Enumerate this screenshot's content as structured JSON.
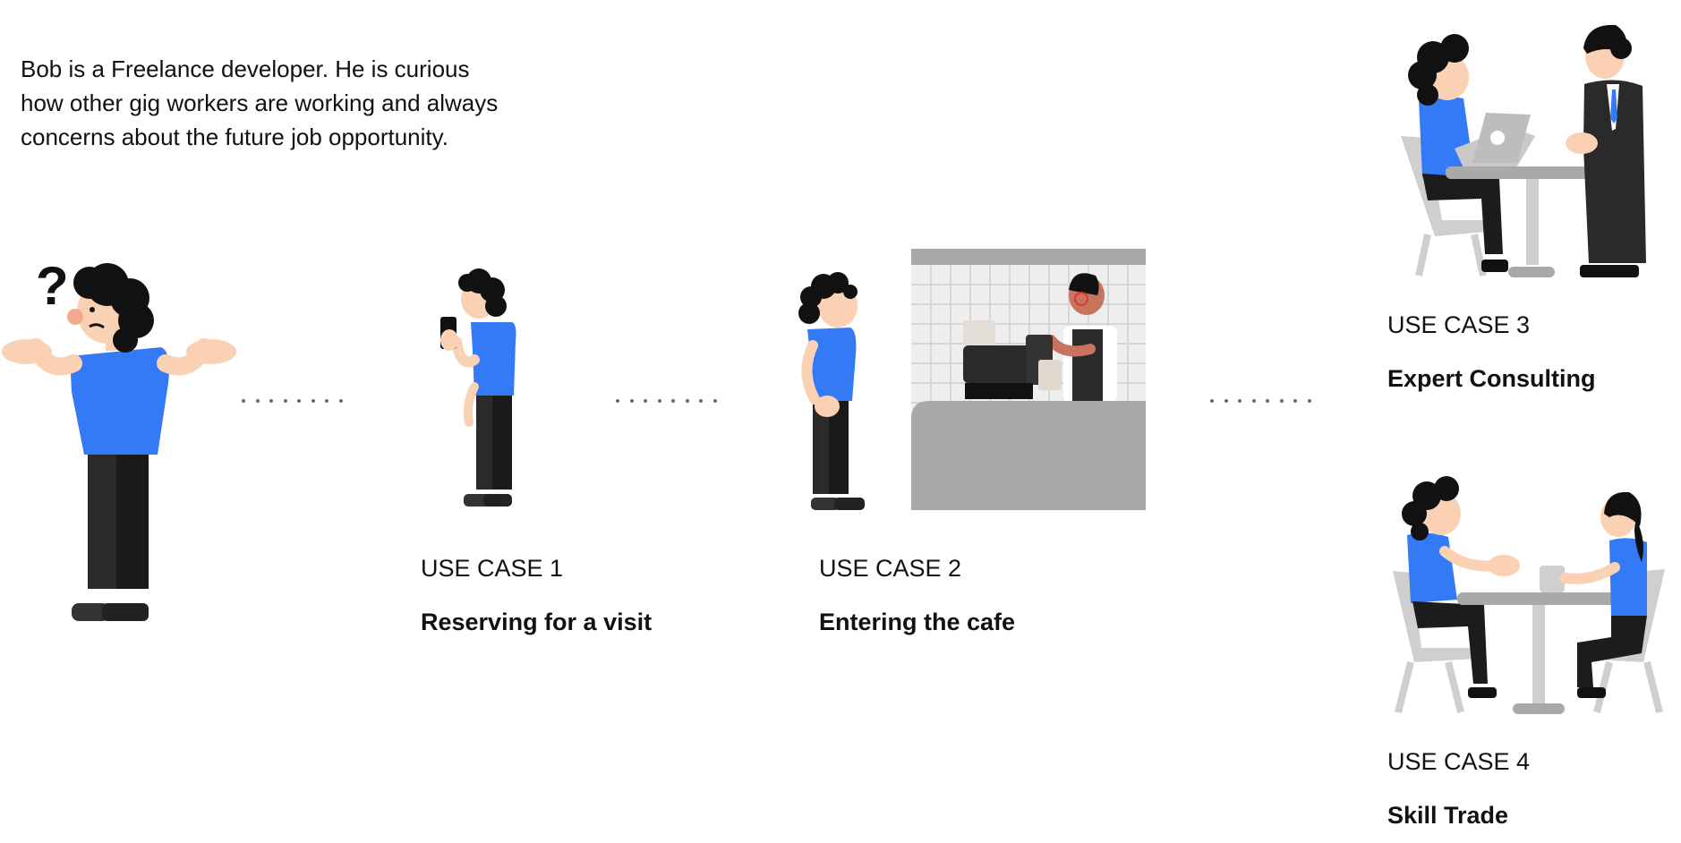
{
  "intro": {
    "text": "Bob is a Freelance developer. He is curious how other gig workers are working and always concerns about the future job opportunity."
  },
  "question_mark": "?",
  "use_cases": [
    {
      "label": "USE CASE 1",
      "title": "Reserving for a visit"
    },
    {
      "label": "USE CASE 2",
      "title": "Entering the cafe"
    },
    {
      "label": "USE CASE 3",
      "title": "Expert Consulting"
    },
    {
      "label": "USE CASE 4",
      "title": "Skill Trade"
    }
  ],
  "colors": {
    "shirt": "#3479f6",
    "pants": "#1c1c1c",
    "hair": "#111111",
    "skin": "#fbd1b4",
    "dark_skin": "#c8735e",
    "gray": "#a9a9a9",
    "light_gray": "#cfcfcf",
    "dots": "#6b6b6b"
  }
}
